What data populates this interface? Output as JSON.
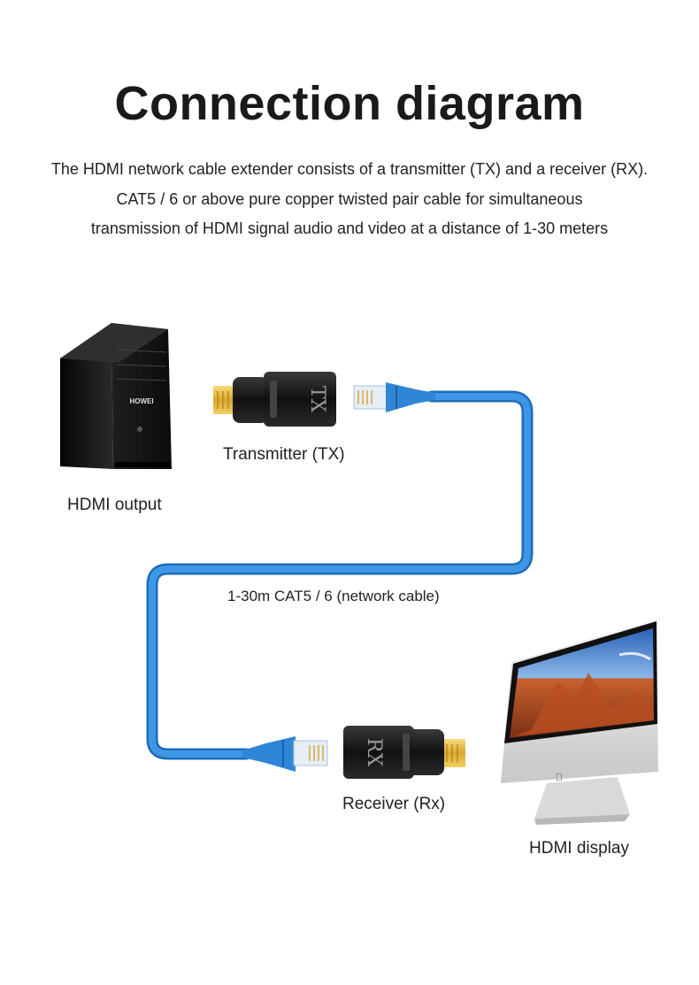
{
  "title": "Connection diagram",
  "description": [
    "The HDMI network cable extender consists of a transmitter (TX) and a receiver (RX).",
    "CAT5 / 6 or above pure copper twisted pair cable for simultaneous",
    "transmission of HDMI signal audio and video at a distance of 1-30 meters"
  ],
  "labels": {
    "hdmi_output": "HDMI output",
    "transmitter": "Transmitter (TX)",
    "cable": "1-30m CAT5 / 6 (network cable)",
    "receiver": "Receiver (Rx)",
    "hdmi_display": "HDMI display"
  },
  "adapter_marks": {
    "tx": "TX",
    "rx": "RX"
  },
  "pc_brand": "HOWEI",
  "colors": {
    "cable": "#2f86d6",
    "cable_dark": "#1f6cb8",
    "hdmi_gold": "#e0b640"
  }
}
